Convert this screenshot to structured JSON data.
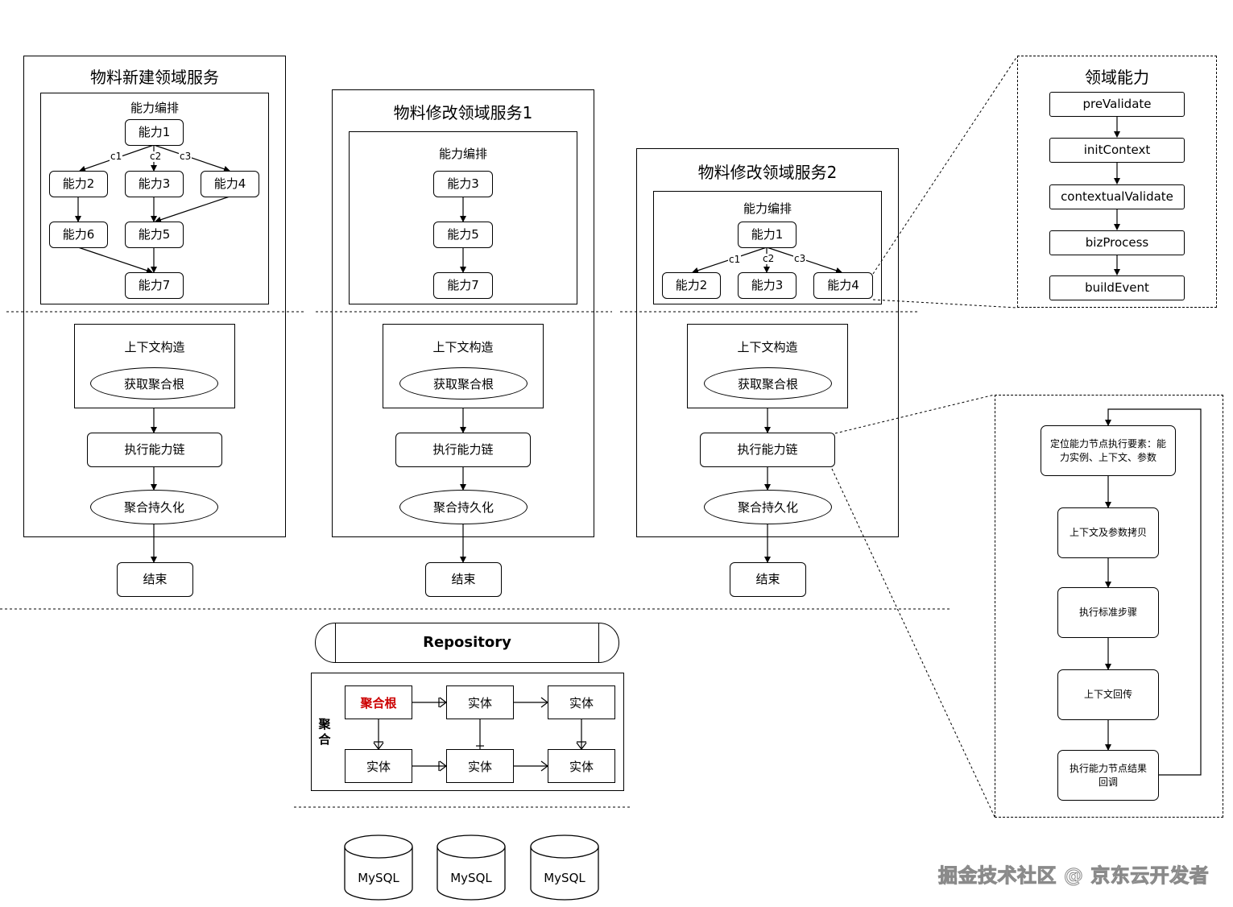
{
  "service1": {
    "title": "物料新建领域服务",
    "orchestration_title": "能力编排",
    "nodes": [
      "能力1",
      "能力2",
      "能力3",
      "能力4",
      "能力6",
      "能力5",
      "能力7"
    ],
    "conditions": [
      "c1",
      "c2",
      "c3"
    ]
  },
  "service2": {
    "title": "物料修改领域服务1",
    "orchestration_title": "能力编排",
    "nodes": [
      "能力3",
      "能力5",
      "能力7"
    ]
  },
  "service3": {
    "title": "物料修改领域服务2",
    "orchestration_title": "能力编排",
    "nodes": [
      "能力1",
      "能力2",
      "能力3",
      "能力4"
    ],
    "conditions": [
      "c1",
      "c2",
      "c3"
    ]
  },
  "flow": {
    "context_build": "上下文构造",
    "get_aggregate_root": "获取聚合根",
    "execute_chain": "执行能力链",
    "persist": "聚合持久化",
    "end": "结束"
  },
  "domain_capability": {
    "title": "领域能力",
    "steps": [
      "preValidate",
      "initContext",
      "contextualValidate",
      "bizProcess",
      "buildEvent"
    ]
  },
  "chain_detail": {
    "steps": [
      "定位能力节点执行要素：能力实例、上下文、参数",
      "上下文及参数拷贝",
      "执行标准步骤",
      "上下文回传",
      "执行能力节点结果回调"
    ]
  },
  "repository": {
    "label": "Repository",
    "aggregate_label": "聚合",
    "aggregate_root": "聚合根",
    "entity": "实体",
    "aggregate_root_color": "#cc0000"
  },
  "databases": [
    "MySQL",
    "MySQL",
    "MySQL"
  ],
  "watermark": "掘金技术社区 @ 京东云开发者"
}
